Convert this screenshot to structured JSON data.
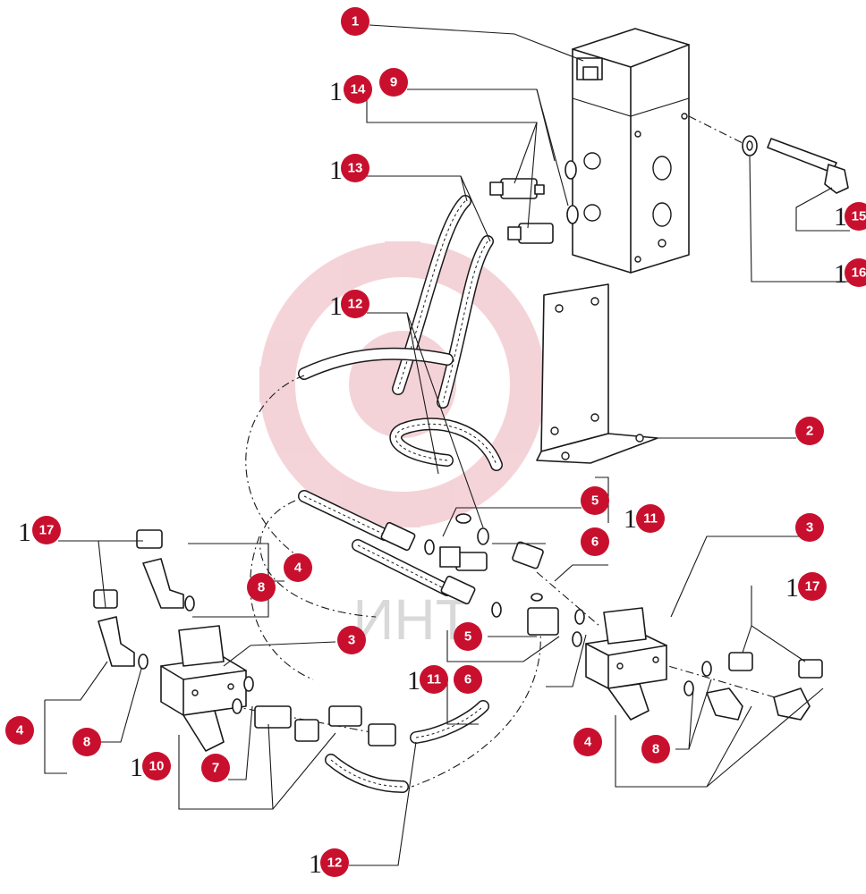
{
  "watermark": {
    "text": "ИНТ"
  },
  "callouts": [
    {
      "id": "c1",
      "label": "1"
    },
    {
      "id": "c9",
      "label": "9"
    },
    {
      "id": "c14",
      "label": "14",
      "prefix": "1"
    },
    {
      "id": "c13",
      "label": "13",
      "prefix": "1"
    },
    {
      "id": "c15",
      "label": "15",
      "prefix": "1"
    },
    {
      "id": "c16",
      "label": "16",
      "prefix": "1"
    },
    {
      "id": "c12a",
      "label": "12",
      "prefix": "1"
    },
    {
      "id": "c2",
      "label": "2"
    },
    {
      "id": "c5a",
      "label": "5"
    },
    {
      "id": "c11a",
      "label": "11",
      "prefix": "1"
    },
    {
      "id": "c6a",
      "label": "6"
    },
    {
      "id": "c3a",
      "label": "3"
    },
    {
      "id": "c17a",
      "label": "17",
      "prefix": "1"
    },
    {
      "id": "c4a",
      "label": "4"
    },
    {
      "id": "c8a",
      "label": "8"
    },
    {
      "id": "c3b",
      "label": "3"
    },
    {
      "id": "c17b",
      "label": "17",
      "prefix": "1"
    },
    {
      "id": "c5b",
      "label": "5"
    },
    {
      "id": "c11b",
      "label": "11",
      "prefix": "1"
    },
    {
      "id": "c6b",
      "label": "6"
    },
    {
      "id": "c4b",
      "label": "4"
    },
    {
      "id": "c8b",
      "label": "8"
    },
    {
      "id": "c10",
      "label": "10",
      "prefix": "1"
    },
    {
      "id": "c7",
      "label": "7"
    },
    {
      "id": "c4c",
      "label": "4"
    },
    {
      "id": "c8c",
      "label": "8"
    },
    {
      "id": "c12b",
      "label": "12",
      "prefix": "1"
    }
  ]
}
